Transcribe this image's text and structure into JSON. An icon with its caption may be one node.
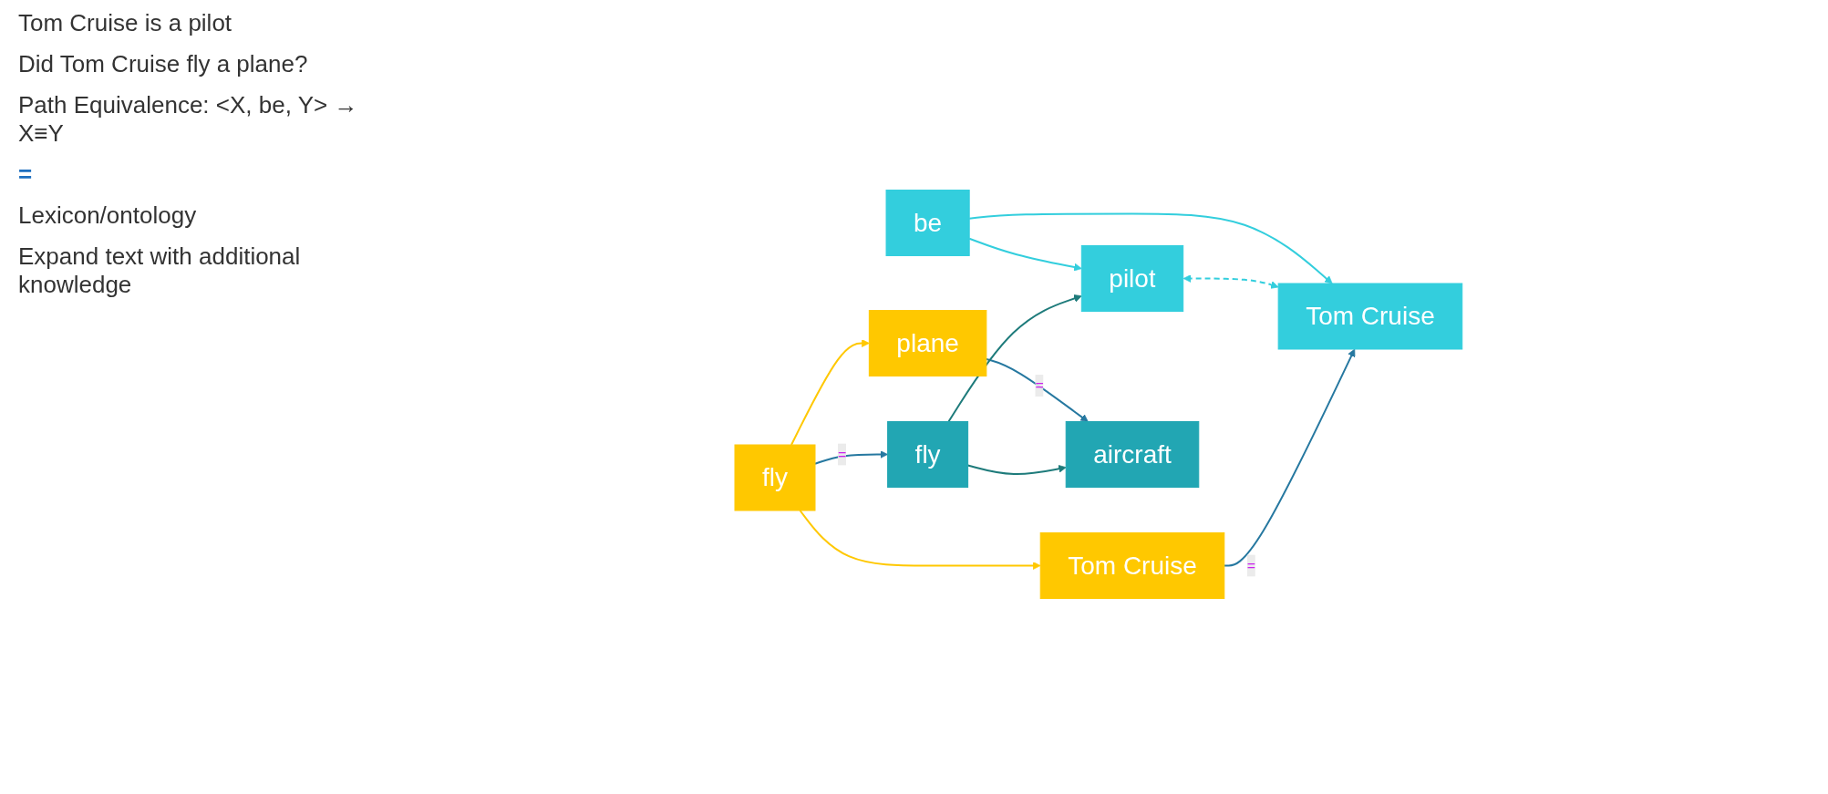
{
  "diagram": {
    "nodes": [
      {
        "text": [
          "Tom Cruise"
        ]
      },
      {
        "text": [
          "be"
        ]
      },
      {
        "text": [
          "pilot"
        ]
      },
      {
        "text": [
          "Tom Cruise"
        ]
      },
      {
        "text": [
          "fly"
        ]
      },
      {
        "text": [
          "plane"
        ]
      },
      {
        "text": [
          "fly"
        ]
      },
      {
        "text": [
          "aircraft"
        ]
      }
    ],
    "edges": [
      {
        "from": 1,
        "to": 0,
        "arrow": "to",
        "color": "#33cedd"
      },
      {
        "from": 1,
        "to": 2,
        "arrow": "to",
        "color": "#33cedd"
      },
      {
        "from": 2,
        "to": 0,
        "arrow": "both",
        "style": "dashed",
        "color": "#33cedd"
      },
      {
        "from": 3,
        "to": 0,
        "arrow": "to",
        "label": "=",
        "color": "#2678a0"
      },
      {
        "from": 4,
        "to": 3,
        "arrow": "to",
        "color": "#ffc800"
      },
      {
        "from": 4,
        "to": 5,
        "arrow": "to",
        "color": "#ffc800"
      },
      {
        "from": 4,
        "to": 6,
        "arrow": "to",
        "label": "=",
        "color": "#2678a0"
      },
      {
        "from": 5,
        "to": 7,
        "arrow": "to",
        "label": "=",
        "color": "#2678a0"
      },
      {
        "from": 6,
        "to": 7,
        "arrow": "to",
        "color": "#1e7b7b"
      },
      {
        "from": 6,
        "to": 2,
        "arrow": "to",
        "color": "#1e7b7b"
      }
    ],
    "labels": [
      "Tom Cruise is a pilot",
      "Did Tom Cruise fly a plane?",
      "Path Equivalence: <X, be, Y> → X≡Y",
      "=",
      "Lexicon/ontology",
      "Expand text with additional knowledge"
    ]
  }
}
